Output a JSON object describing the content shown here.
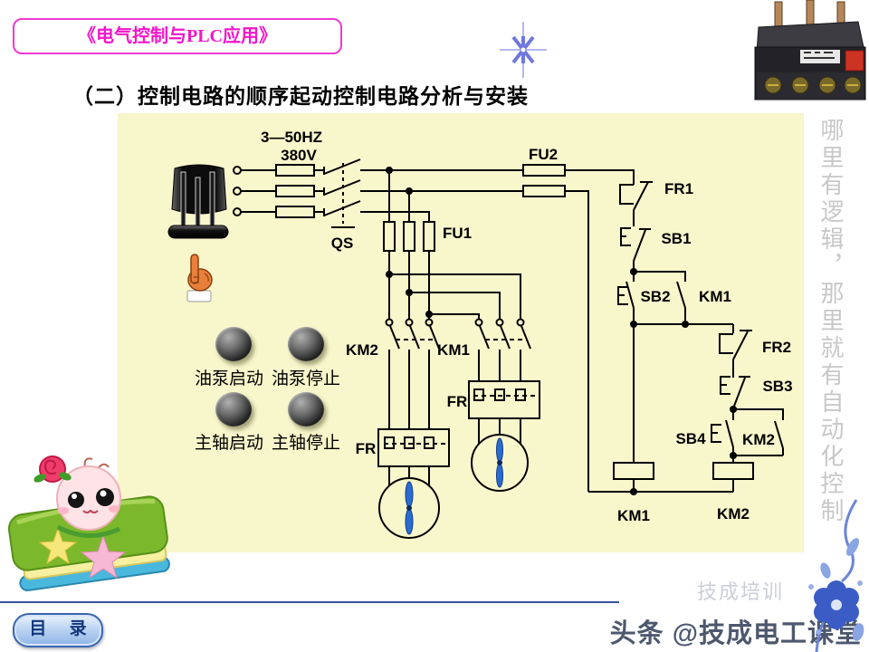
{
  "header": {
    "course_badge": "《电气控制与PLC应用》",
    "heading": "（二）控制电路的顺序起动控制电路分析与安装"
  },
  "side_note": "哪里有逻辑，那里就有自动化控制",
  "diagram": {
    "power": {
      "freq": "3—50HZ",
      "voltage": "380V"
    },
    "labels": {
      "qs": "QS",
      "fu1": "FU1",
      "fu2": "FU2",
      "fr1": "FR1",
      "sb1": "SB1",
      "sb2": "SB2",
      "km1_aux": "KM1",
      "fr2": "FR2",
      "sb3": "SB3",
      "sb4": "SB4",
      "km2_aux": "KM2",
      "km1_coil": "KM1",
      "km2_coil": "KM2",
      "km2_main": "KM2",
      "km1_main": "KM1",
      "fr_upper": "FR",
      "fr_lower": "FR"
    },
    "panel_buttons": [
      {
        "label": "油泵启动"
      },
      {
        "label": "油泵停止"
      },
      {
        "label": "主轴启动"
      },
      {
        "label": "主轴停止"
      }
    ]
  },
  "footer": {
    "toc_label": "目 录",
    "watermark": "头条 @技成电工课堂",
    "watermark_faint": "技成培训"
  },
  "colors": {
    "badge_magenta": "#f316c8",
    "panel_yellow": "#f8f6cb",
    "footer_line_blue": "#3450a0",
    "watermark_gray": "#4d586e",
    "side_text_gray": "#c8c8c8",
    "motor_blue": "#2b6bd0",
    "decor_blue": "#3b5cc4"
  }
}
